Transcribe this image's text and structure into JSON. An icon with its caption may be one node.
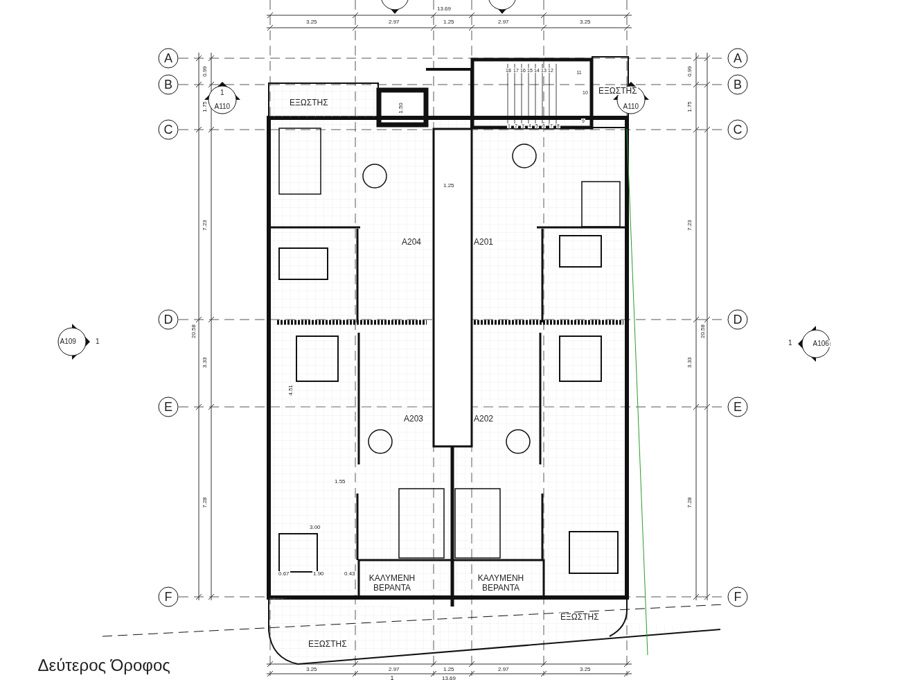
{
  "diagram": {
    "caption": "Δεύτερος Όροφος",
    "labels": [
      "13.69",
      "3.25",
      "2.97",
      "1.25",
      "2.97",
      "3.25",
      "A",
      "A",
      "0.99",
      "0.99",
      "18",
      "17",
      "16",
      "15",
      "14",
      "13",
      "12",
      "11",
      "B",
      "B",
      "1",
      "ΕΞΩΣΤΗΣ",
      "10",
      "1.75",
      "A110",
      "ΕΞΩΣΤΗΣ",
      "1.50",
      "A110",
      "1.75",
      "9",
      "1",
      "2",
      "3",
      "4",
      "5",
      "6",
      "7",
      "8",
      "C",
      "C",
      "1.25",
      "7.23",
      "7.23",
      "A204",
      "A201",
      "D",
      "D",
      "20.58",
      "20.58",
      "A109",
      "1",
      "1",
      "A106",
      "3.33",
      "3.33",
      "4.51",
      "E",
      "E",
      "A203",
      "A202",
      "1.55",
      "7.28",
      "7.28",
      "3.00",
      "0.67",
      "1.90",
      "0.43",
      "ΚΑΛΥΜΕΝΗ ΒΕΡΑΝΤΑ",
      "ΚΑΛΥΜΕΝΗ ΒΕΡΑΝΤΑ",
      "F",
      "F",
      "ΕΞΩΣΤΗΣ",
      "ΕΞΩΣΤΗΣ",
      "3.25",
      "2.97",
      "1.25",
      "2.97",
      "3.25",
      "1",
      "13.69"
    ]
  }
}
